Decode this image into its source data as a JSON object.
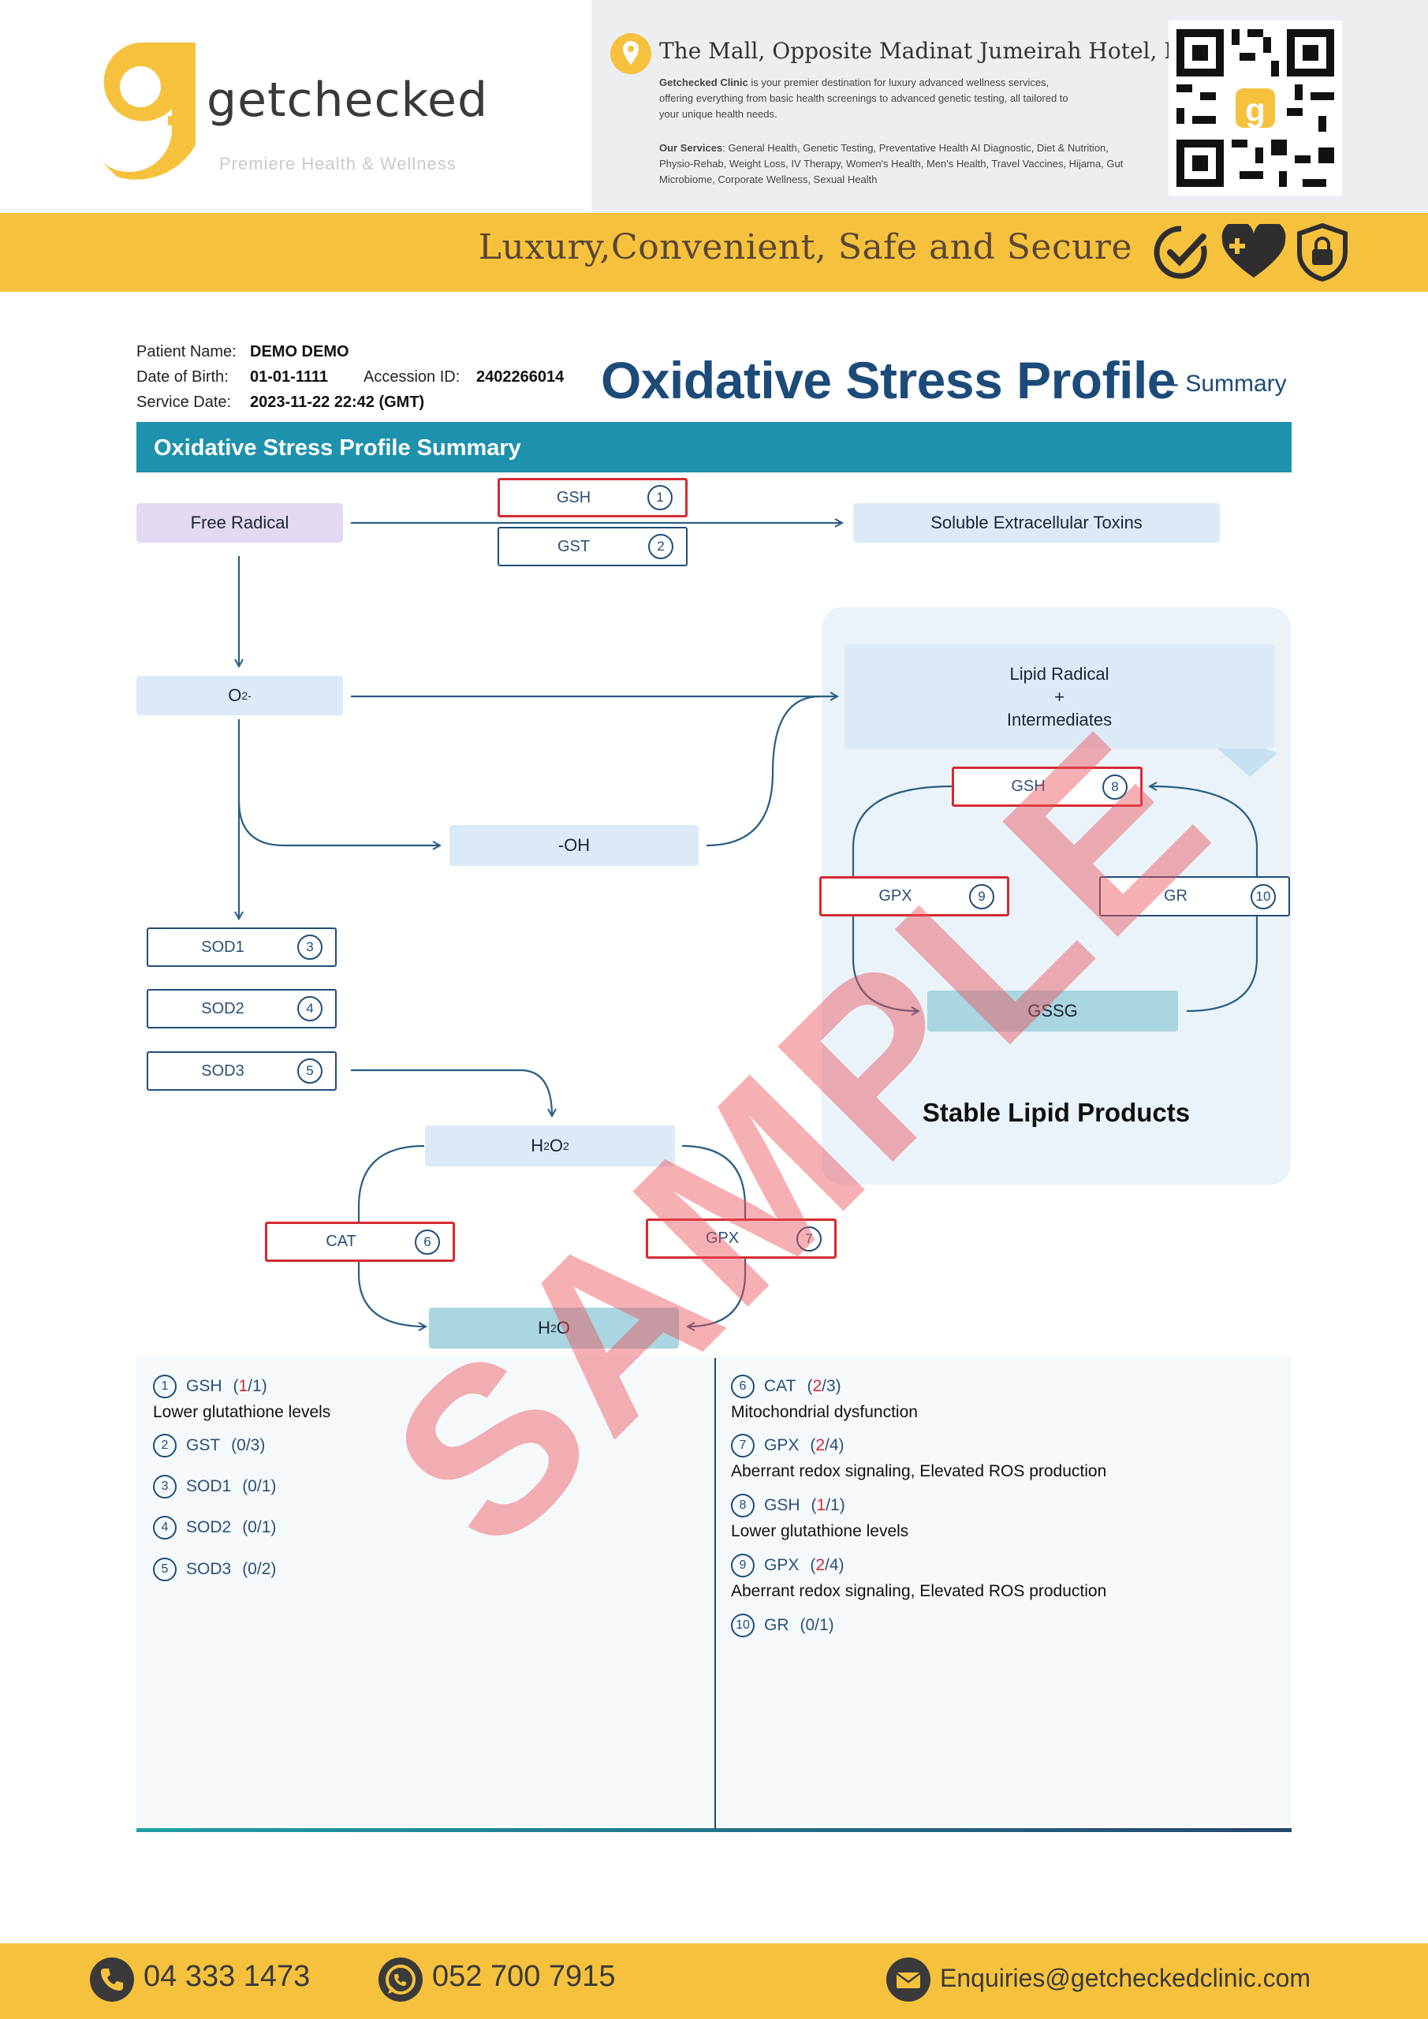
{
  "header": {
    "brand_name": "getchecked",
    "brand_sub": "Premiere Health & Wellness",
    "address": "The Mall, Opposite Madinat Jumeirah Hotel,  Dubai",
    "intro_bold": "Getchecked Clinic",
    "intro_text": " is your premier destination for luxury advanced wellness services, offering everything from basic health screenings to advanced genetic testing, all tailored to your unique health needs.",
    "services_label": "Our Services",
    "services_text": ": General Health, Genetic Testing, Preventative Health AI Diagnostic, Diet & Nutrition, Physio-Rehab, Weight Loss, IV Therapy, Women's Health, Men's Health, Travel Vaccines, Hijama, Gut Microbiome, Corporate Wellness, Sexual Health",
    "tagline": "Luxury,Convenient, Safe and Secure"
  },
  "patient": {
    "name_label": "Patient Name:",
    "name": "DEMO DEMO",
    "dob_label": "Date of Birth:",
    "dob": "01-01-1111",
    "accession_label": "Accession ID:",
    "accession": "2402266014",
    "service_label": "Service Date:",
    "service_date": "2023-11-22 22:42 (GMT)"
  },
  "title": {
    "main": "Oxidative Stress Profile",
    "sub": "- Summary",
    "section": "Oxidative Stress Profile Summary"
  },
  "diagram": {
    "free_radical": "Free Radical",
    "toxins": "Soluble Extracellular Toxins",
    "o2": "O",
    "o2_sub": "2",
    "o2_sup": "-",
    "oh": "-OH",
    "lipid_line1": "Lipid Radical",
    "lipid_line2": "+",
    "lipid_line3": "Intermediates",
    "gssg": "GSSG",
    "stable": "Stable Lipid Products",
    "h2o2_a": "H",
    "h2o2_sub1": "2",
    "h2o2_b": "O",
    "h2o2_sub2": "2",
    "h2o_a": "H",
    "h2o_sub": "2",
    "h2o_b": "O",
    "enzymes": [
      {
        "label": "GSH",
        "num": "1"
      },
      {
        "label": "GST",
        "num": "2"
      },
      {
        "label": "SOD1",
        "num": "3"
      },
      {
        "label": "SOD2",
        "num": "4"
      },
      {
        "label": "SOD3",
        "num": "5"
      },
      {
        "label": "CAT",
        "num": "6"
      },
      {
        "label": "GPX",
        "num": "7"
      },
      {
        "label": "GSH",
        "num": "8"
      },
      {
        "label": "GPX",
        "num": "9"
      },
      {
        "label": "GR",
        "num": "10"
      }
    ]
  },
  "legend": {
    "left": [
      {
        "num": "1",
        "name": "GSH",
        "open": "(",
        "hit": "1",
        "rest": "/1)",
        "desc": "Lower glutathione levels"
      },
      {
        "num": "2",
        "name": "GST",
        "score": "(0/3)"
      },
      {
        "num": "3",
        "name": "SOD1",
        "score": "(0/1)"
      },
      {
        "num": "4",
        "name": "SOD2",
        "score": "(0/1)"
      },
      {
        "num": "5",
        "name": "SOD3",
        "score": "(0/2)"
      }
    ],
    "right": [
      {
        "num": "6",
        "name": "CAT",
        "open": "(",
        "hit": "2",
        "rest": "/3)",
        "desc": "Mitochondrial dysfunction"
      },
      {
        "num": "7",
        "name": "GPX",
        "open": "(",
        "hit": "2",
        "rest": "/4)",
        "desc": "Aberrant redox signaling, Elevated ROS production"
      },
      {
        "num": "8",
        "name": "GSH",
        "open": "(",
        "hit": "1",
        "rest": "/1)",
        "desc": "Lower glutathione levels"
      },
      {
        "num": "9",
        "name": "GPX",
        "open": "(",
        "hit": "2",
        "rest": "/4)",
        "desc": "Aberrant redox signaling, Elevated ROS production"
      },
      {
        "num": "10",
        "name": "GR",
        "score": "(0/1)"
      }
    ]
  },
  "footer": {
    "phone": "04 333 1473",
    "whatsapp": "052 700 7915",
    "email": "Enquiries@getcheckedclinic.com"
  },
  "watermark": "SAMPLE",
  "colors": {
    "brand_yellow": "#f6c23e",
    "section_teal": "#1e91ad",
    "title_navy": "#1c4b7a",
    "flag_red": "#d62a32"
  }
}
